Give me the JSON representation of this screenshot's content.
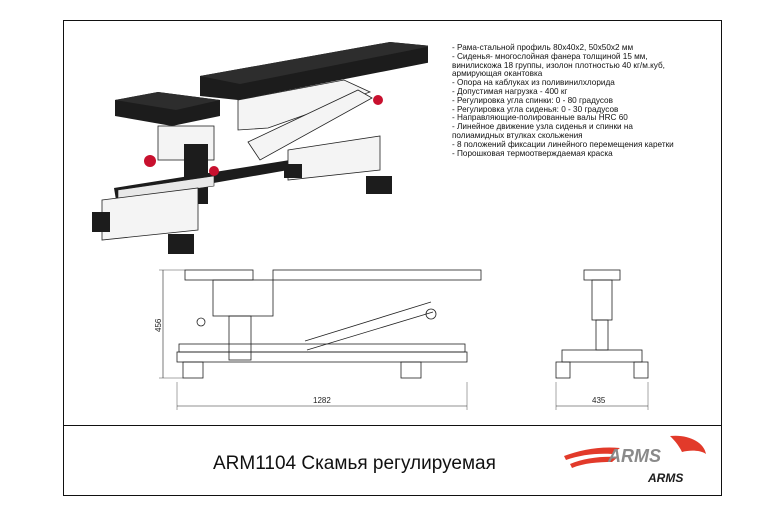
{
  "specs": [
    "- Рама-стальной профиль 80х40х2, 50х50х2 мм",
    "- Сиденья- многослойная фанера толщиной 15 мм,",
    "винилискожа 18 группы, изолон плотностью 40 кг/м.куб,",
    "армирующая окантовка",
    "- Опора на каблуках из поливинилхлорида",
    "- Допустимая нагрузка - 400 кг",
    "- Регулировка угла спинки: 0 - 80 градусов",
    "- Регулировка угла сиденья: 0 - 30 градусов",
    "- Направляющие-полированные валы HRC 60",
    "- Линейное движение узла сиденья и спинки на",
    "полиамидных втулках скольжения",
    "- 8 положений фиксации линейного перемещения каретки",
    "- Порошковая термоотверждаемая краска"
  ],
  "title": "ARM1104  Скамья регулируемая",
  "logo": {
    "text_top": "ARMS",
    "text_bottom": "ARMS",
    "accent_color": "#e23a2a",
    "grey_color": "#8a8a8a"
  },
  "dimensions": {
    "height": "456",
    "length": "1282",
    "width": "435"
  },
  "colors": {
    "pad": "#1c1c1c",
    "frame": "#f4f4f4",
    "knob": "#c8102e",
    "line": "#222222"
  }
}
